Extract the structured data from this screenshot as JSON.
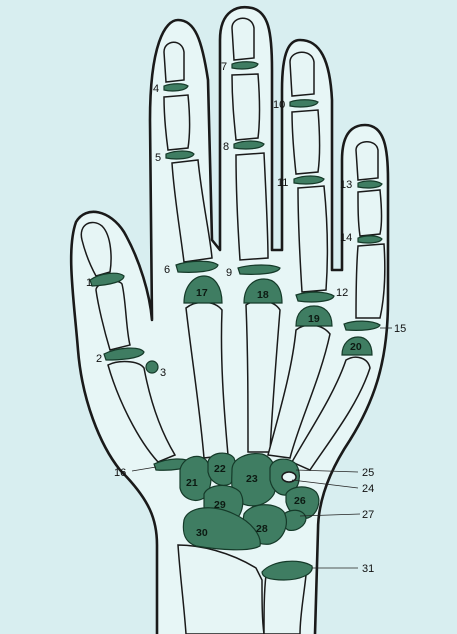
{
  "diagram": {
    "colors": {
      "background": "#d8eef0",
      "hand_fill": "#e7f6f6",
      "ossification_green": "#3f7d62",
      "outline": "#1a1a1a"
    },
    "labels": [
      "1",
      "2",
      "3",
      "4",
      "5",
      "6",
      "7",
      "8",
      "9",
      "10",
      "11",
      "12",
      "13",
      "14",
      "15",
      "16",
      "17",
      "18",
      "19",
      "20",
      "21",
      "22",
      "23",
      "24",
      "25",
      "26",
      "27",
      "28",
      "29",
      "30",
      "31"
    ]
  }
}
